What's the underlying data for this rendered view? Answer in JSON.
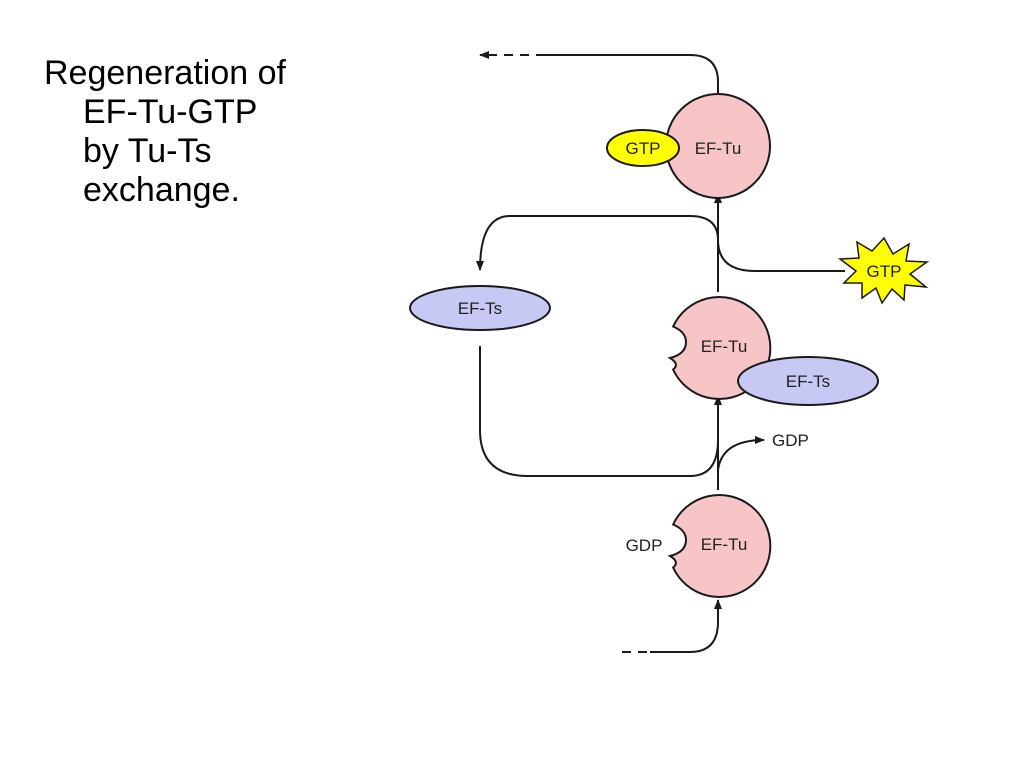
{
  "slide": {
    "title_lines": [
      "Regeneration of",
      "EF-Tu-GTP",
      "by Tu-Ts",
      "exchange."
    ]
  },
  "diagram": {
    "labels": {
      "eftu_gtp_gtp": "GTP",
      "eftu_gtp_eftu": "EF-Tu",
      "free_gtp": "GTP",
      "free_efts": "EF-Ts",
      "complex_eftu": "EF-Tu",
      "complex_efts": "EF-Ts",
      "released_gdp": "GDP",
      "eftu_gdp_gdp": "GDP",
      "eftu_gdp_eftu": "EF-Tu"
    },
    "colors": {
      "ef_tu": "#f7c5c5",
      "ef_ts": "#c8c8f4",
      "gtp": "#ffff00",
      "line": "#1a1a1a"
    }
  }
}
